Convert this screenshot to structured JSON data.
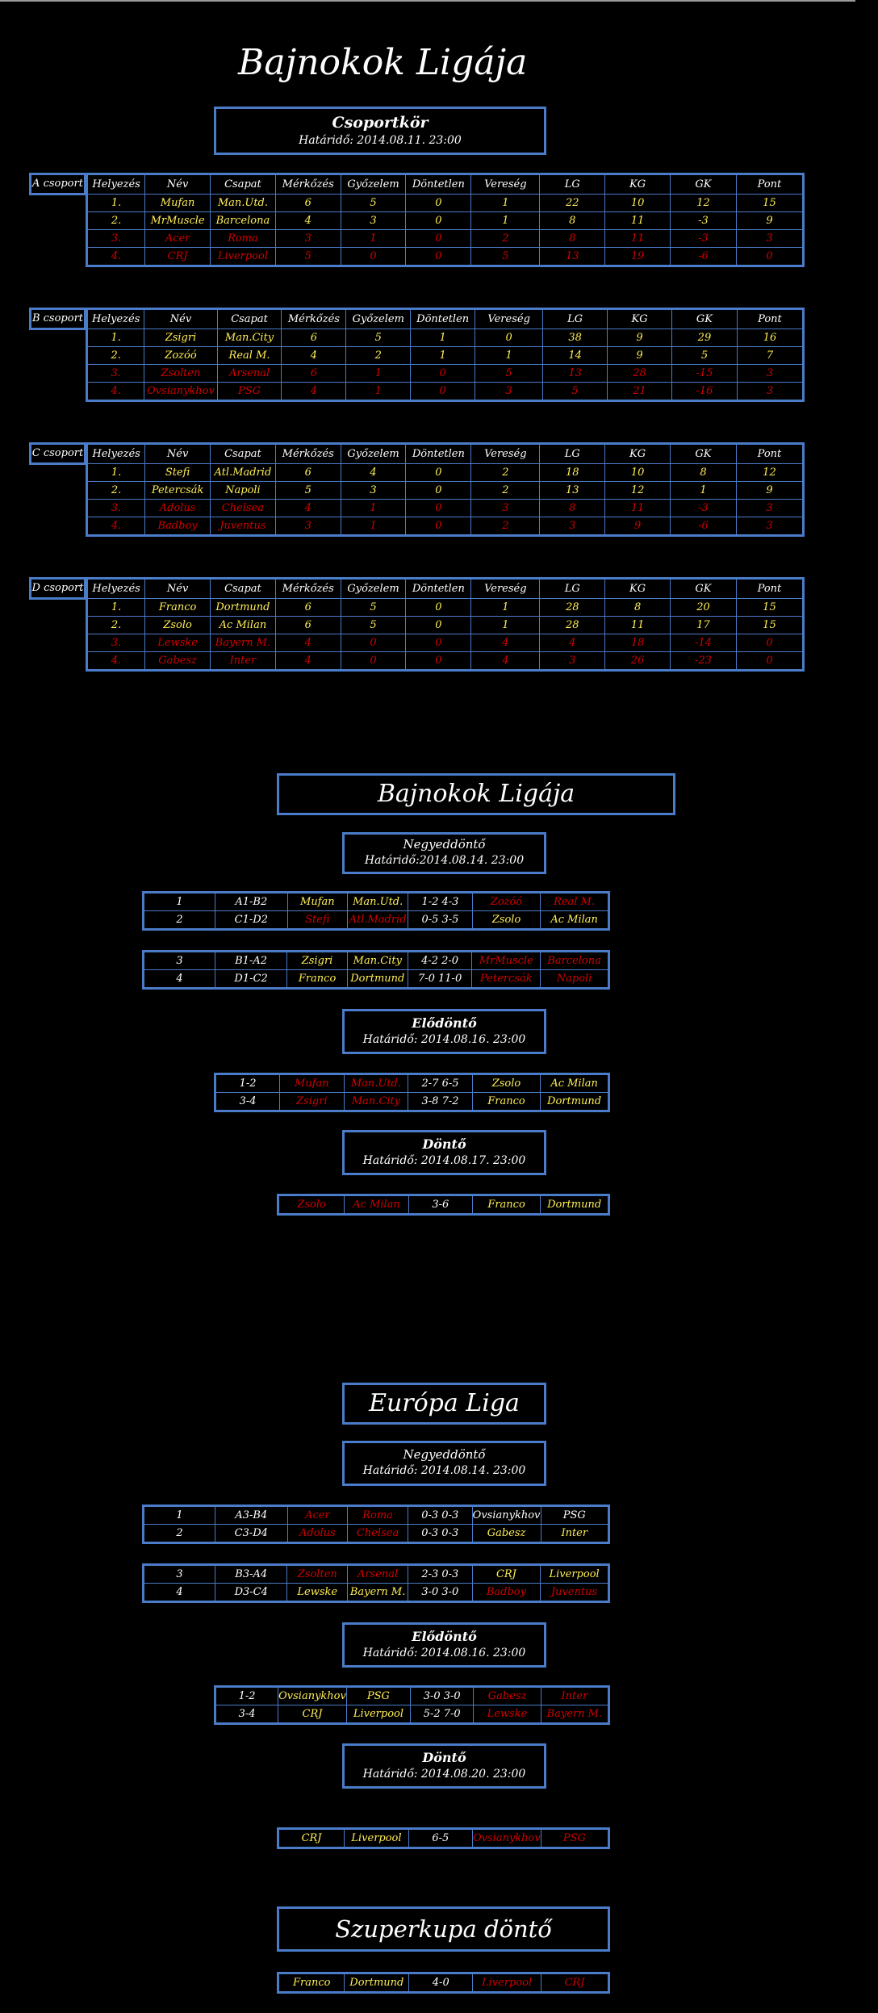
{
  "cl": {
    "title": "Bajnokok Ligája",
    "group_stage": {
      "heading": "Csoportkör",
      "deadline": "Határidő: 2014.08.11. 23:00"
    },
    "headers": [
      "Helyezés",
      "Név",
      "Csapat",
      "Mérkőzés",
      "Győzelem",
      "Döntetlen",
      "Vereség",
      "LG",
      "KG",
      "GK",
      "Pont"
    ],
    "groups": [
      {
        "label": "A csoport",
        "rows": [
          {
            "s": "adv",
            "c": [
              "1.",
              "Mufan",
              "Man.Utd.",
              "6",
              "5",
              "0",
              "1",
              "22",
              "10",
              "12",
              "15"
            ]
          },
          {
            "s": "adv",
            "c": [
              "2.",
              "MrMuscle",
              "Barcelona",
              "4",
              "3",
              "0",
              "1",
              "8",
              "11",
              "-3",
              "9"
            ]
          },
          {
            "s": "out",
            "c": [
              "3.",
              "Acer",
              "Roma",
              "3",
              "1",
              "0",
              "2",
              "8",
              "11",
              "-3",
              "3"
            ]
          },
          {
            "s": "out",
            "c": [
              "4.",
              "CRJ",
              "Liverpool",
              "5",
              "0",
              "0",
              "5",
              "13",
              "19",
              "-6",
              "0"
            ]
          }
        ]
      },
      {
        "label": "B csoport",
        "rows": [
          {
            "s": "adv",
            "c": [
              "1.",
              "Zsigri",
              "Man.City",
              "6",
              "5",
              "1",
              "0",
              "38",
              "9",
              "29",
              "16"
            ]
          },
          {
            "s": "adv",
            "c": [
              "2.",
              "Zozóó",
              "Real M.",
              "4",
              "2",
              "1",
              "1",
              "14",
              "9",
              "5",
              "7"
            ]
          },
          {
            "s": "out",
            "c": [
              "3.",
              "Zsolten",
              "Arsenal",
              "6",
              "1",
              "0",
              "5",
              "13",
              "28",
              "-15",
              "3"
            ]
          },
          {
            "s": "out",
            "c": [
              "4.",
              "Ovsianykhov",
              "PSG",
              "4",
              "1",
              "0",
              "3",
              "5",
              "21",
              "-16",
              "3"
            ]
          }
        ]
      },
      {
        "label": "C csoport",
        "rows": [
          {
            "s": "adv",
            "c": [
              "1.",
              "Stefi",
              "Atl.Madrid",
              "6",
              "4",
              "0",
              "2",
              "18",
              "10",
              "8",
              "12"
            ]
          },
          {
            "s": "adv",
            "c": [
              "2.",
              "Petercsák",
              "Napoli",
              "5",
              "3",
              "0",
              "2",
              "13",
              "12",
              "1",
              "9"
            ]
          },
          {
            "s": "out",
            "c": [
              "3.",
              "Adolus",
              "Chelsea",
              "4",
              "1",
              "0",
              "3",
              "8",
              "11",
              "-3",
              "3"
            ]
          },
          {
            "s": "out",
            "c": [
              "4.",
              "Badboy",
              "Juventus",
              "3",
              "1",
              "0",
              "2",
              "3",
              "9",
              "-6",
              "3"
            ]
          }
        ]
      },
      {
        "label": "D csoport",
        "rows": [
          {
            "s": "adv",
            "c": [
              "1.",
              "Franco",
              "Dortmund",
              "6",
              "5",
              "0",
              "1",
              "28",
              "8",
              "20",
              "15"
            ]
          },
          {
            "s": "adv",
            "c": [
              "2.",
              "Zsolo",
              "Ac Milan",
              "6",
              "5",
              "0",
              "1",
              "28",
              "11",
              "17",
              "15"
            ]
          },
          {
            "s": "out",
            "c": [
              "3.",
              "Lewske",
              "Bayern M.",
              "4",
              "0",
              "0",
              "4",
              "4",
              "18",
              "-14",
              "0"
            ]
          },
          {
            "s": "out",
            "c": [
              "4.",
              "Gabesz",
              "Inter",
              "4",
              "0",
              "0",
              "4",
              "3",
              "26",
              "-23",
              "0"
            ]
          }
        ]
      }
    ],
    "qf": {
      "heading": "Negyeddöntő",
      "deadline": "Határidő:2014.08.14. 23:00"
    },
    "qf_t1": [
      [
        [
          "1",
          "w"
        ],
        [
          "A1-B2",
          "w"
        ],
        [
          "Mufan",
          "y"
        ],
        [
          "Man.Utd.",
          "y"
        ],
        [
          "1-2 4-3",
          "w"
        ],
        [
          "Zozóó",
          "r"
        ],
        [
          "Real M.",
          "r"
        ]
      ],
      [
        [
          "2",
          "w"
        ],
        [
          "C1-D2",
          "w"
        ],
        [
          "Stefi",
          "r"
        ],
        [
          "Atl.Madrid",
          "r"
        ],
        [
          "0-5 3-5",
          "w"
        ],
        [
          "Zsolo",
          "y"
        ],
        [
          "Ac Milan",
          "y"
        ]
      ]
    ],
    "qf_t2": [
      [
        [
          "3",
          "w"
        ],
        [
          "B1-A2",
          "w"
        ],
        [
          "Zsigri",
          "y"
        ],
        [
          "Man.City",
          "y"
        ],
        [
          "4-2 2-0",
          "w"
        ],
        [
          "MrMuscle",
          "r"
        ],
        [
          "Barcelona",
          "r"
        ]
      ],
      [
        [
          "4",
          "w"
        ],
        [
          "D1-C2",
          "w"
        ],
        [
          "Franco",
          "y"
        ],
        [
          "Dortmund",
          "y"
        ],
        [
          "7-0 11-0",
          "w"
        ],
        [
          "Petercsák",
          "r"
        ],
        [
          "Napoli",
          "r"
        ]
      ]
    ],
    "sf": {
      "heading": "Elődöntő",
      "deadline": "Határidő: 2014.08.16. 23:00"
    },
    "sf_t": [
      [
        [
          "1-2",
          "w"
        ],
        [
          "Mufan",
          "r"
        ],
        [
          "Man.Utd.",
          "r"
        ],
        [
          "2-7 6-5",
          "w"
        ],
        [
          "Zsolo",
          "y"
        ],
        [
          "Ac Milan",
          "y"
        ]
      ],
      [
        [
          "3-4",
          "w"
        ],
        [
          "Zsigri",
          "r"
        ],
        [
          "Man.City",
          "r"
        ],
        [
          "3-8 7-2",
          "w"
        ],
        [
          "Franco",
          "y"
        ],
        [
          "Dortmund",
          "y"
        ]
      ]
    ],
    "final": {
      "heading": "Döntő",
      "deadline": "Határidő: 2014.08.17. 23:00"
    },
    "final_t": [
      [
        [
          "Zsolo",
          "r"
        ],
        [
          "Ac Milan",
          "r"
        ],
        [
          "3-6",
          "w"
        ],
        [
          "Franco",
          "y"
        ],
        [
          "Dortmund",
          "y"
        ]
      ]
    ]
  },
  "el": {
    "title": "Európa Liga",
    "qf": {
      "heading": "Negyeddöntő",
      "deadline": "Határidő: 2014.08.14. 23:00"
    },
    "qf_t1": [
      [
        [
          "1",
          "w"
        ],
        [
          "A3-B4",
          "w"
        ],
        [
          "Acer",
          "r"
        ],
        [
          "Roma",
          "r"
        ],
        [
          "0-3 0-3",
          "w"
        ],
        [
          "Ovsianykhov",
          "w"
        ],
        [
          "PSG",
          "w"
        ]
      ],
      [
        [
          "2",
          "w"
        ],
        [
          "C3-D4",
          "w"
        ],
        [
          "Adolus",
          "r"
        ],
        [
          "Chelsea",
          "r"
        ],
        [
          "0-3 0-3",
          "w"
        ],
        [
          "Gabesz",
          "y"
        ],
        [
          "Inter",
          "y"
        ]
      ]
    ],
    "qf_t2": [
      [
        [
          "3",
          "w"
        ],
        [
          "B3-A4",
          "w"
        ],
        [
          "Zsolten",
          "r"
        ],
        [
          "Arsenal",
          "r"
        ],
        [
          "2-3 0-3",
          "w"
        ],
        [
          "CRJ",
          "y"
        ],
        [
          "Liverpool",
          "y"
        ]
      ],
      [
        [
          "4",
          "w"
        ],
        [
          "D3-C4",
          "w"
        ],
        [
          "Lewske",
          "y"
        ],
        [
          "Bayern M.",
          "y"
        ],
        [
          "3-0 3-0",
          "w"
        ],
        [
          "Badboy",
          "r"
        ],
        [
          "Juventus",
          "r"
        ]
      ]
    ],
    "sf": {
      "heading": "Elődöntő",
      "deadline": "Határidő: 2014.08.16. 23:00"
    },
    "sf_t": [
      [
        [
          "1-2",
          "w"
        ],
        [
          "Ovsianykhov",
          "y"
        ],
        [
          "PSG",
          "y"
        ],
        [
          "3-0 3-0",
          "w"
        ],
        [
          "Gabesz",
          "r"
        ],
        [
          "Inter",
          "r"
        ]
      ],
      [
        [
          "3-4",
          "w"
        ],
        [
          "CRJ",
          "y"
        ],
        [
          "Liverpool",
          "y"
        ],
        [
          "5-2 7-0",
          "w"
        ],
        [
          "Lewske",
          "r"
        ],
        [
          "Bayern M.",
          "r"
        ]
      ]
    ],
    "final": {
      "heading": "Döntő",
      "deadline": "Határidő: 2014.08.20. 23:00"
    },
    "final_t": [
      [
        [
          "CRJ",
          "y"
        ],
        [
          "Liverpool",
          "y"
        ],
        [
          "6-5",
          "w"
        ],
        [
          "Ovsianykhov",
          "r"
        ],
        [
          "PSG",
          "r"
        ]
      ]
    ]
  },
  "sc": {
    "title": "Szuperkupa döntő",
    "t": [
      [
        [
          "Franco",
          "y"
        ],
        [
          "Dortmund",
          "y"
        ],
        [
          "4-0",
          "w"
        ],
        [
          "Liverpool",
          "r"
        ],
        [
          "CRJ",
          "r"
        ]
      ]
    ]
  }
}
